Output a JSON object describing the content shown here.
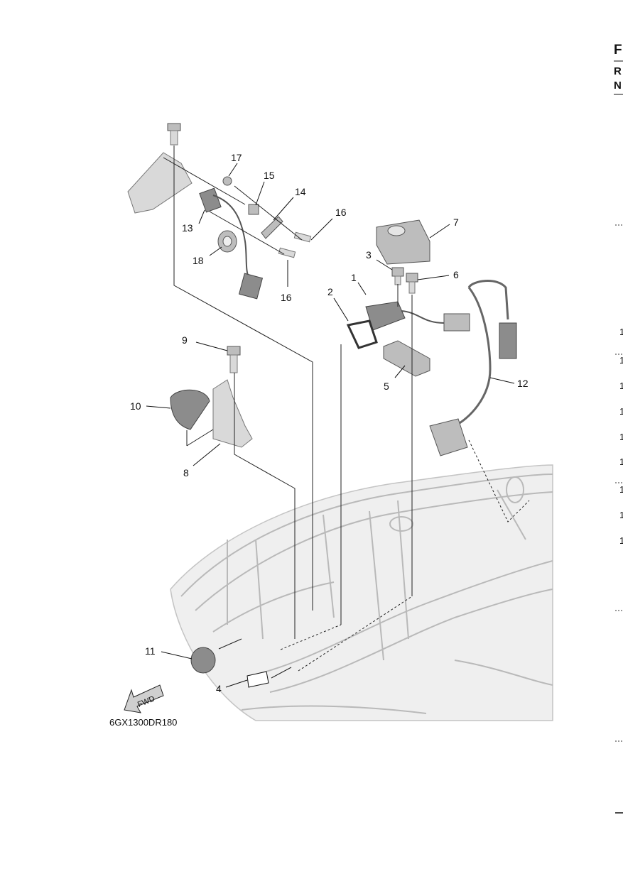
{
  "diagram_code": "6GX1300DR180",
  "fwd_label": "FWD",
  "callouts": [
    "1",
    "2",
    "3",
    "4",
    "5",
    "6",
    "7",
    "8",
    "9",
    "10",
    "11",
    "12",
    "13",
    "14",
    "15",
    "16",
    "16",
    "17",
    "18"
  ],
  "edge_header": [
    "F",
    "R",
    "N"
  ],
  "edge_numbers": [
    "1",
    "1",
    "1",
    "1",
    "1",
    "1",
    "1",
    "1",
    "1"
  ],
  "colors": {
    "line": "#111111",
    "part": "#bdbdbd",
    "body": "#efefef",
    "paper": "#ffffff"
  }
}
